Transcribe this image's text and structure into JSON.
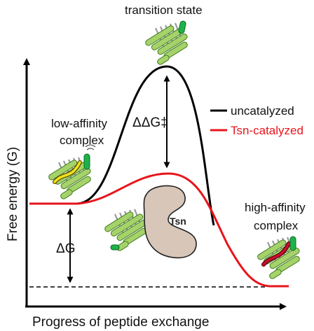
{
  "labels": {
    "transition_state": "transition state",
    "low_affinity_line1": "low-affinity",
    "low_affinity_line2": "complex",
    "high_affinity_line1": "high-affinity",
    "high_affinity_line2": "complex",
    "barrier": "ΔΔG‡",
    "delta_g": "ΔG",
    "tsn": "Tsn",
    "y_axis": "Free energy (G)",
    "x_axis": "Progress of peptide exchange"
  },
  "legend": [
    {
      "label": "uncatalyzed",
      "color": "#000000"
    },
    {
      "label": "Tsn-catalyzed",
      "color": "#e8141b"
    }
  ],
  "colors": {
    "uncatalyzed": "#000000",
    "catalyzed": "#e8141b",
    "helix_light": "#a6d26a",
    "helix_dark": "#3f7d1f",
    "strand": "#c9c9c9",
    "peptide_green": "#1db34a",
    "peptide_yellow": "#f2e21d",
    "peptide_red": "#c8102e",
    "tsn_fill": "#d8c6b8"
  },
  "icons": [
    "mhc-complex-icon",
    "tsn-protein-icon"
  ]
}
